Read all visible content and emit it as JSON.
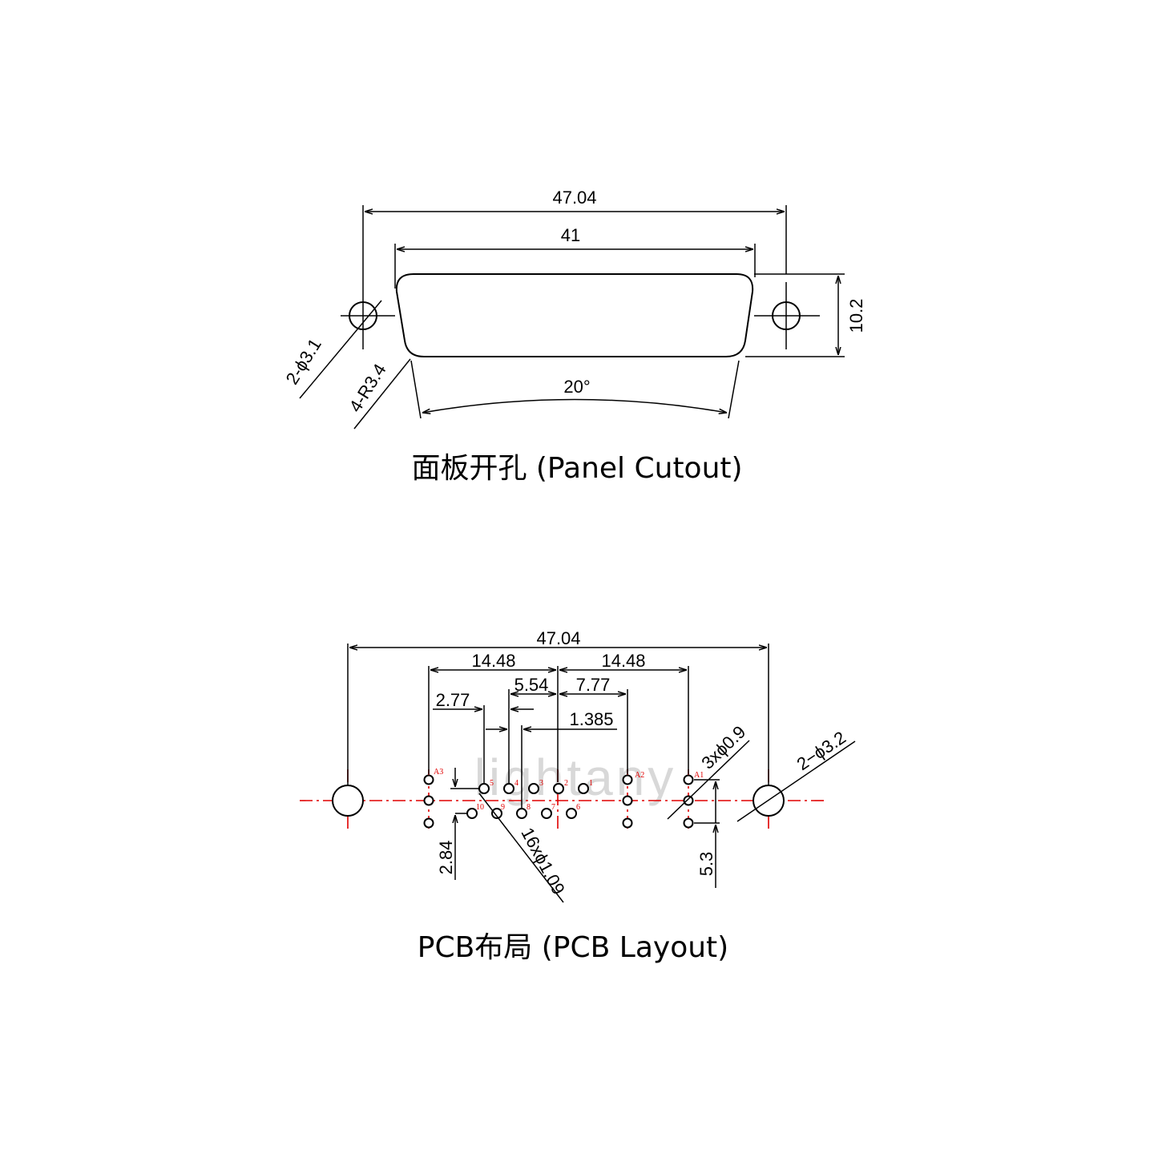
{
  "panel_cutout": {
    "dim_overall": "47.04",
    "dim_opening": "41",
    "dim_height": "10.2",
    "dim_mount_holes": "2-ϕ3.1",
    "dim_corner_radius": "4-R3.4",
    "dim_angle": "20°",
    "caption": "面板开孔 (Panel Cutout)"
  },
  "pcb_layout": {
    "dim_overall": "47.04",
    "dim_left_span": "14.48",
    "dim_right_span": "14.48",
    "dim_2_77": "2.77",
    "dim_5_54": "5.54",
    "dim_7_77": "7.77",
    "dim_1_385": "1.385",
    "dim_2_84": "2.84",
    "dim_5_3": "5.3",
    "dim_signal_holes": "16xϕ1.09",
    "dim_coax_holes": "3xϕ0.9",
    "dim_mount_holes": "2−ϕ3.2",
    "caption": "PCB布局 (PCB Layout)",
    "pin_labels": {
      "p1": "1",
      "p2": "2",
      "p3": "3",
      "p4": "4",
      "p5": "5",
      "p6": "6",
      "p7": "7",
      "p8": "8",
      "p9": "9",
      "p10": "10",
      "a1": "A1",
      "a2": "A2",
      "a3": "A3"
    },
    "watermark": "lightany"
  }
}
